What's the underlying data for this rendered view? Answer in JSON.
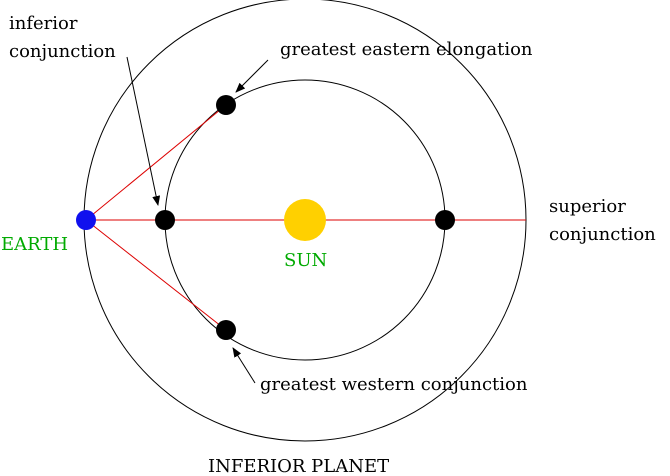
{
  "title": "INFERIOR PLANET",
  "colors": {
    "earth": "#1010ee",
    "earth_label": "#00aa00",
    "sun": "#ffd000",
    "sun_label": "#00aa00",
    "planet": "#000000",
    "sight_lines": "#dd0000",
    "orbits": "#000000",
    "pointers": "#000000"
  },
  "labels": {
    "earth": "EARTH",
    "sun": "SUN",
    "inferior_conjunction": [
      "inferior",
      "conjunction"
    ],
    "superior_conjunction": [
      "superior",
      "conjunction"
    ],
    "greatest_eastern": "greatest eastern elongation",
    "greatest_western": "greatest western conjunction"
  },
  "bodies": {
    "earth": "blue-dot",
    "sun": "yellow-disc",
    "planet_positions": [
      "greatest-eastern-elongation",
      "inferior-conjunction",
      "superior-conjunction",
      "greatest-western-elongation"
    ]
  }
}
